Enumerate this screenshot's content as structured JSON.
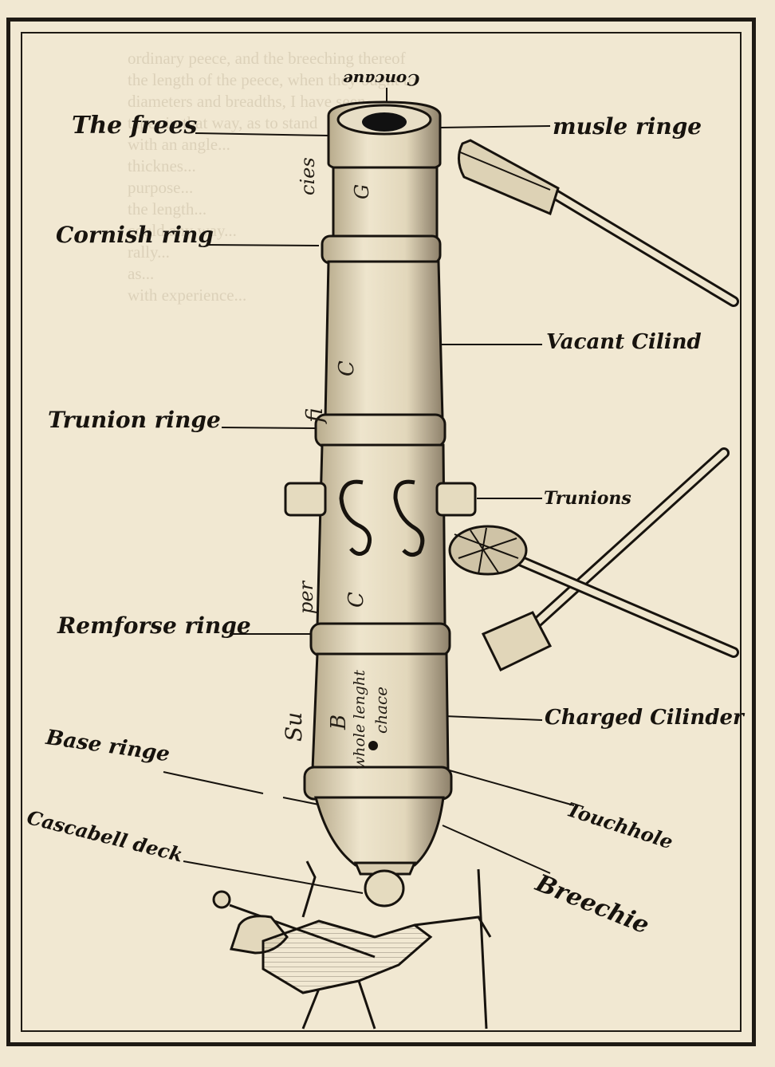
{
  "bleed_through": [
    "ordinary peece, and the breeching thereof",
    "the length of the peece, when they ought to",
    "diameters and breadths, I have seen",
    "taper in that way, as to stand",
    "with an angle...",
    "thicknes...",
    "purpose...",
    "the length...",
    "could any way...",
    "rally...",
    "as...",
    "with experience..."
  ],
  "labels": {
    "concave": "Concaue",
    "frees": "The frees",
    "musle_ringe": "musle ringe",
    "cornish_ring": "Cornish ring",
    "vacant_cilind": "Vacant Cilind",
    "trunion_ringe": "Trunion ringe",
    "trunions": "Trunions",
    "remforse_ringe": "Remforse ringe",
    "charged_cilinder": "Charged Cilinder",
    "base_ringe": "Base ringe",
    "touchhole": "Touchhole",
    "cascabell_deck": "Cascabell deck",
    "breechie": "Breechie"
  },
  "barrel_marks": {
    "cies": "cies",
    "g": "G",
    "c_upper": "C",
    "fi": "fi",
    "per": "per",
    "c_lower": "C",
    "su": "Su",
    "b": "B",
    "whole_length": "whole lenght",
    "chace": "chace"
  },
  "colors": {
    "ink": "#17130e",
    "paper": "#f1e8d2",
    "barrel_fill": "#e6dcc1"
  },
  "icons": [
    "cannon-barrel",
    "ladle-tool",
    "rammer-sponge-tool",
    "gunner-figure"
  ]
}
